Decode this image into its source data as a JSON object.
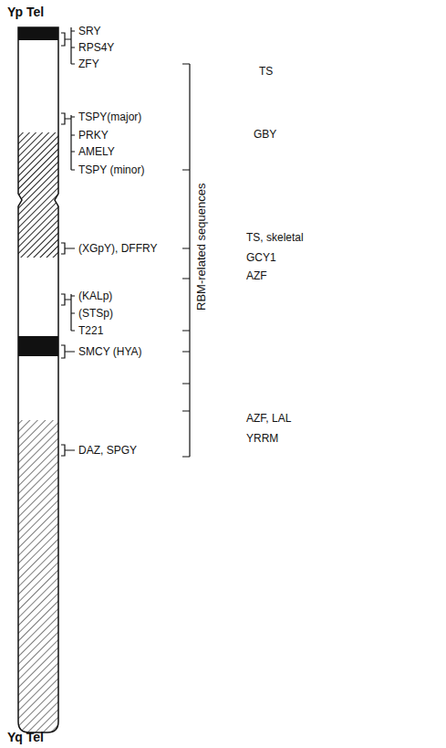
{
  "diagram": {
    "labels": [
      "Yp Tel",
      "SRY",
      "RPS4Y",
      "ZFY",
      "TS",
      "TSPY(major)",
      "PRKY",
      "AMELY",
      "TSPY (minor)",
      "GBY",
      "(XGpY), DFFRY",
      "TS, skeletal",
      "GCY1",
      "AZF",
      "(KALp)",
      "(STSp)",
      "T221",
      "SMCY (HYA)",
      "RBM-related sequences",
      "AZF, LAL",
      "YRRM",
      "DAZ, SPGY",
      "Yq Tel"
    ]
  }
}
